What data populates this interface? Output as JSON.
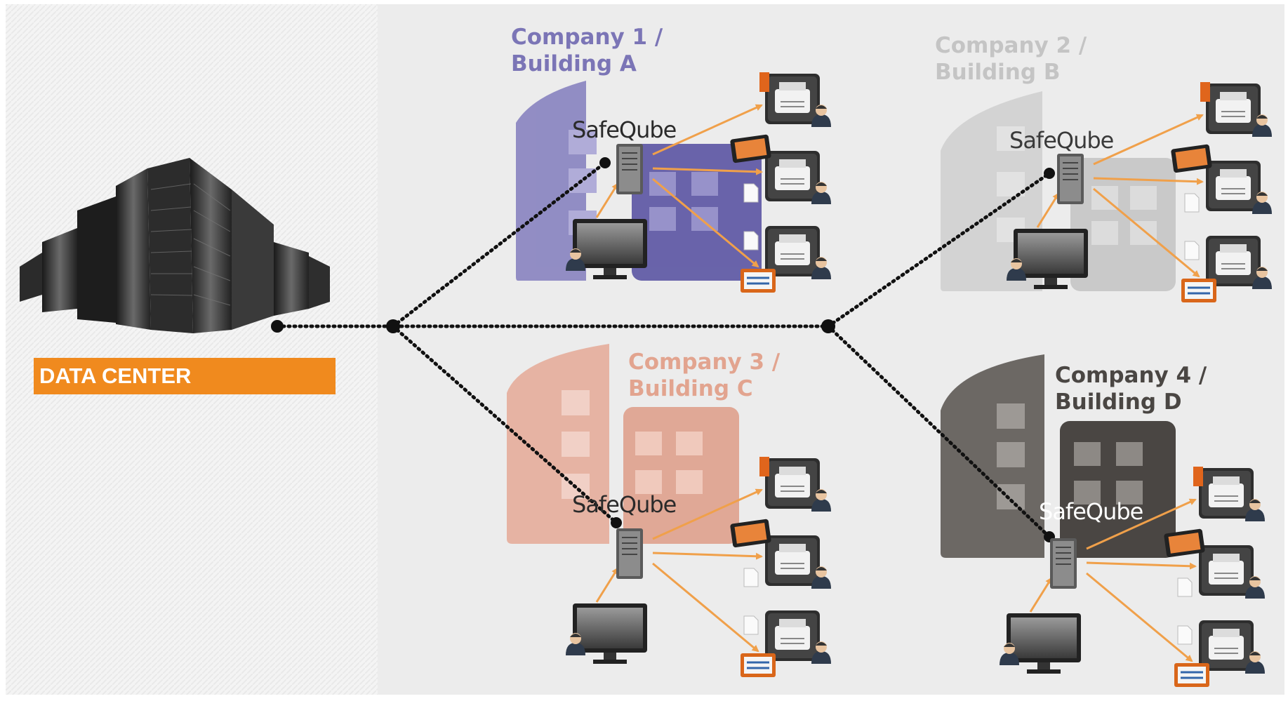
{
  "data_center": {
    "label": "DATA CENTER"
  },
  "sites": [
    {
      "line1": "Company 1 /",
      "line2": "Building A",
      "server_label": "SafeQube",
      "color": "#7b75b6"
    },
    {
      "line1": "Company 2 /",
      "line2": "Building B",
      "server_label": "SafeQube",
      "color": "#c4c4c4"
    },
    {
      "line1": "Company 3 /",
      "line2": "Building C",
      "server_label": "SafeQube",
      "color": "#e2a48f"
    },
    {
      "line1": "Company 4 /",
      "line2": "Building D",
      "server_label": "SafeQube",
      "color": "#5e5a56"
    }
  ],
  "colors": {
    "arrow": "#f0a04a",
    "accent": "#f08a1e",
    "background": "#ececec",
    "left_panel": "#f3f3f3"
  }
}
